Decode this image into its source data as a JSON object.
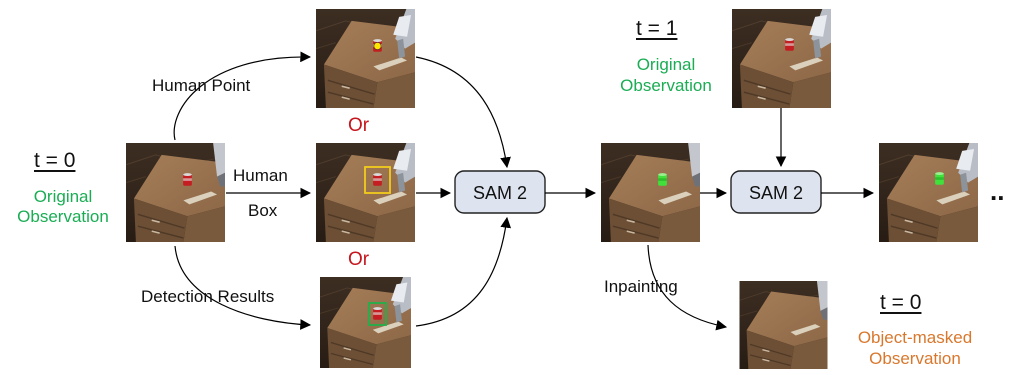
{
  "left_time": {
    "t": "t = 0",
    "line1": "Original",
    "line2": "Observation"
  },
  "prompts": {
    "point": "Human Point",
    "box_line1": "Human",
    "box_line2": "Box",
    "detection": "Detection Results",
    "or_top": "Or",
    "or_bottom": "Or"
  },
  "sam_1": "SAM 2",
  "sam_2": "SAM 2",
  "inpainting": "Inpainting",
  "top_time": {
    "t": "t = 1",
    "line1": "Original",
    "line2": "Observation"
  },
  "bottom_time": {
    "t": "t = 0",
    "line1": "Object-masked",
    "line2": "Observation"
  },
  "ellipsis": "..",
  "colors": {
    "green_text": "#1aad54",
    "orange_text": "#d9782d",
    "or_text": "#c4161c",
    "sam_fill": "#dde3ef",
    "point_marker": "#ffe600",
    "box_marker": "#f2cc1c",
    "detection_box": "#22b04a",
    "mask_green": "#3fe13a"
  }
}
